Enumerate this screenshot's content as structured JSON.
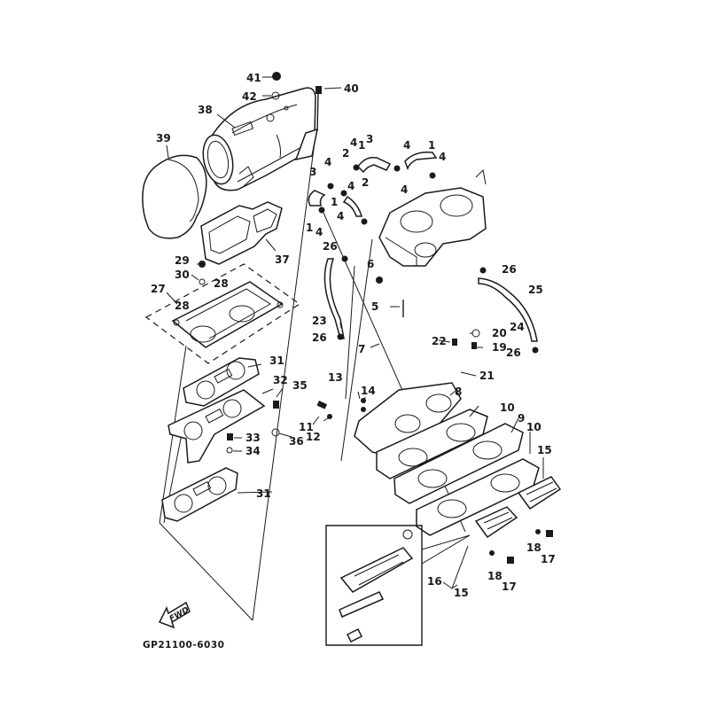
{
  "diagram": {
    "type": "exploded-parts-diagram",
    "subject": "Personal watercraft intake / reed valve / air box assembly",
    "drawing_code": "GP21100-6030",
    "direction_indicator": "FWD",
    "colors": {
      "line": "#1a1a1a",
      "background": "#ffffff"
    },
    "callouts": [
      {
        "id": "c1a",
        "number": "1"
      },
      {
        "id": "c1b",
        "number": "1"
      },
      {
        "id": "c1c",
        "number": "1"
      },
      {
        "id": "c1d",
        "number": "1"
      },
      {
        "id": "c2a",
        "number": "2"
      },
      {
        "id": "c2b",
        "number": "2"
      },
      {
        "id": "c3a",
        "number": "3"
      },
      {
        "id": "c3b",
        "number": "3"
      },
      {
        "id": "c4a",
        "number": "4"
      },
      {
        "id": "c4b",
        "number": "4"
      },
      {
        "id": "c4c",
        "number": "4"
      },
      {
        "id": "c4d",
        "number": "4"
      },
      {
        "id": "c4e",
        "number": "4"
      },
      {
        "id": "c4f",
        "number": "4"
      },
      {
        "id": "c4g",
        "number": "4"
      },
      {
        "id": "c4h",
        "number": "4"
      },
      {
        "id": "c5",
        "number": "5"
      },
      {
        "id": "c6",
        "number": "6"
      },
      {
        "id": "c7",
        "number": "7"
      },
      {
        "id": "c8",
        "number": "8"
      },
      {
        "id": "c9",
        "number": "9"
      },
      {
        "id": "c10a",
        "number": "10"
      },
      {
        "id": "c10b",
        "number": "10"
      },
      {
        "id": "c11",
        "number": "11"
      },
      {
        "id": "c12",
        "number": "12"
      },
      {
        "id": "c13",
        "number": "13"
      },
      {
        "id": "c14",
        "number": "14"
      },
      {
        "id": "c15a",
        "number": "15"
      },
      {
        "id": "c15b",
        "number": "15"
      },
      {
        "id": "c16",
        "number": "16"
      },
      {
        "id": "c17a",
        "number": "17"
      },
      {
        "id": "c17b",
        "number": "17"
      },
      {
        "id": "c18a",
        "number": "18"
      },
      {
        "id": "c18b",
        "number": "18"
      },
      {
        "id": "c19",
        "number": "19"
      },
      {
        "id": "c20",
        "number": "20"
      },
      {
        "id": "c21",
        "number": "21"
      },
      {
        "id": "c22",
        "number": "22"
      },
      {
        "id": "c23",
        "number": "23"
      },
      {
        "id": "c24",
        "number": "24"
      },
      {
        "id": "c25",
        "number": "25"
      },
      {
        "id": "c26a",
        "number": "26"
      },
      {
        "id": "c26b",
        "number": "26"
      },
      {
        "id": "c26c",
        "number": "26"
      },
      {
        "id": "c26d",
        "number": "26"
      },
      {
        "id": "c27",
        "number": "27"
      },
      {
        "id": "c28a",
        "number": "28"
      },
      {
        "id": "c28b",
        "number": "28"
      },
      {
        "id": "c29",
        "number": "29"
      },
      {
        "id": "c30",
        "number": "30"
      },
      {
        "id": "c31a",
        "number": "31"
      },
      {
        "id": "c31b",
        "number": "31"
      },
      {
        "id": "c32",
        "number": "32"
      },
      {
        "id": "c33",
        "number": "33"
      },
      {
        "id": "c34",
        "number": "34"
      },
      {
        "id": "c35",
        "number": "35"
      },
      {
        "id": "c36",
        "number": "36"
      },
      {
        "id": "c37",
        "number": "37"
      },
      {
        "id": "c38",
        "number": "38"
      },
      {
        "id": "c39",
        "number": "39"
      },
      {
        "id": "c40",
        "number": "40"
      },
      {
        "id": "c41",
        "number": "41"
      },
      {
        "id": "c42",
        "number": "42"
      }
    ]
  }
}
